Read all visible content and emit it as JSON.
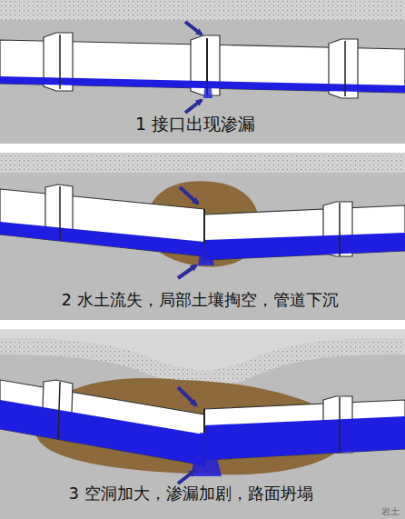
{
  "diagram": {
    "labels": [
      "1 接口出现渗漏",
      "2 水土流失，局部土壤掏空，管道下沉",
      "3 空洞加大，渗漏加剧，路面坍塌",
      "岩土"
    ]
  }
}
